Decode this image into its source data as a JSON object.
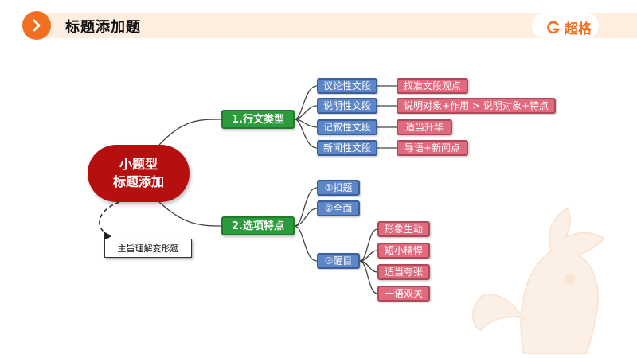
{
  "header": {
    "title": "标题添加题",
    "brand": "超格",
    "accent_color": "#f26f21",
    "bar_color": "#fdeee0",
    "icon": "chevron-right-icon",
    "brand_icon": "brand-logo-icon"
  },
  "mindmap": {
    "root": {
      "line1": "小题型",
      "line2": "标题添加",
      "color": "#b50f0f"
    },
    "note": "主旨理解变形题",
    "branches": [
      {
        "label": "1.行文类型",
        "children": [
          {
            "label": "议论性文段",
            "detail": "找准文段观点"
          },
          {
            "label": "说明性文段",
            "detail": "说明对象+作用 > 说明对象+特点"
          },
          {
            "label": "记叙性文段",
            "detail": "适当升华"
          },
          {
            "label": "新闻性文段",
            "detail": "导语+新闻点"
          }
        ]
      },
      {
        "label": "2.选项特点",
        "children": [
          {
            "label": "①扣题"
          },
          {
            "label": "②全面"
          },
          {
            "label": "③醒目",
            "details": [
              "形象生动",
              "短小精悍",
              "适当夸张",
              "一语双关"
            ]
          }
        ]
      }
    ],
    "colors": {
      "level1": "#2c9b3b",
      "level2": "#5d86c8",
      "level3": "#e26a7e"
    }
  },
  "decoration": {
    "mascot": "mascot-icon"
  }
}
